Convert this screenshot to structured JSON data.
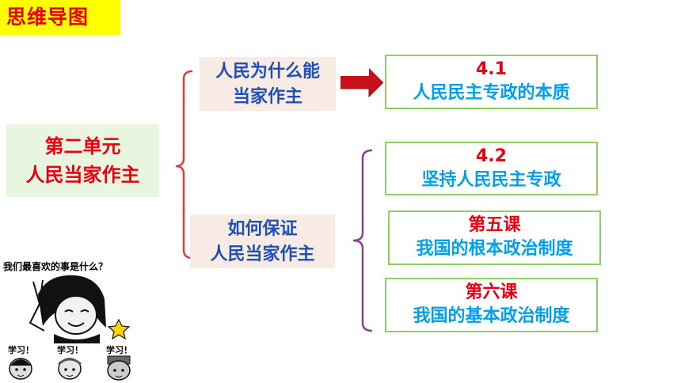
{
  "header": {
    "title": "思维导图"
  },
  "unit": {
    "line1": "第二单元",
    "line2": "人民当家作主"
  },
  "questions": [
    {
      "line1": "人民为什么能",
      "line2": "当家作主"
    },
    {
      "line1": "如何保证",
      "line2": "人民当家作主"
    }
  ],
  "lessons": [
    {
      "top": "4.1",
      "bottom": "人民民主专政的本质"
    },
    {
      "top": "4.2",
      "bottom": "坚持人民民主专政"
    },
    {
      "top": "第五课",
      "bottom": "我国的根本政治制度"
    },
    {
      "top": "第六课",
      "bottom": "我国的基本政治制度"
    }
  ],
  "meme": {
    "question": "我们最喜欢的事是什么？",
    "labels": [
      "学习！",
      "学习！",
      "学习！"
    ]
  },
  "colors": {
    "title_bg": "#ffff00",
    "red": "#e60012",
    "question_blue": "#1f4fb4",
    "lesson_blue": "#00a0e9",
    "unit_bg": "#e8f5df",
    "question_bg": "#f8ebe3",
    "lesson_border": "#8fce63",
    "bracket_red": "#d94040",
    "bracket_purple": "#8a3f9a",
    "arrow": "#c8101a"
  }
}
